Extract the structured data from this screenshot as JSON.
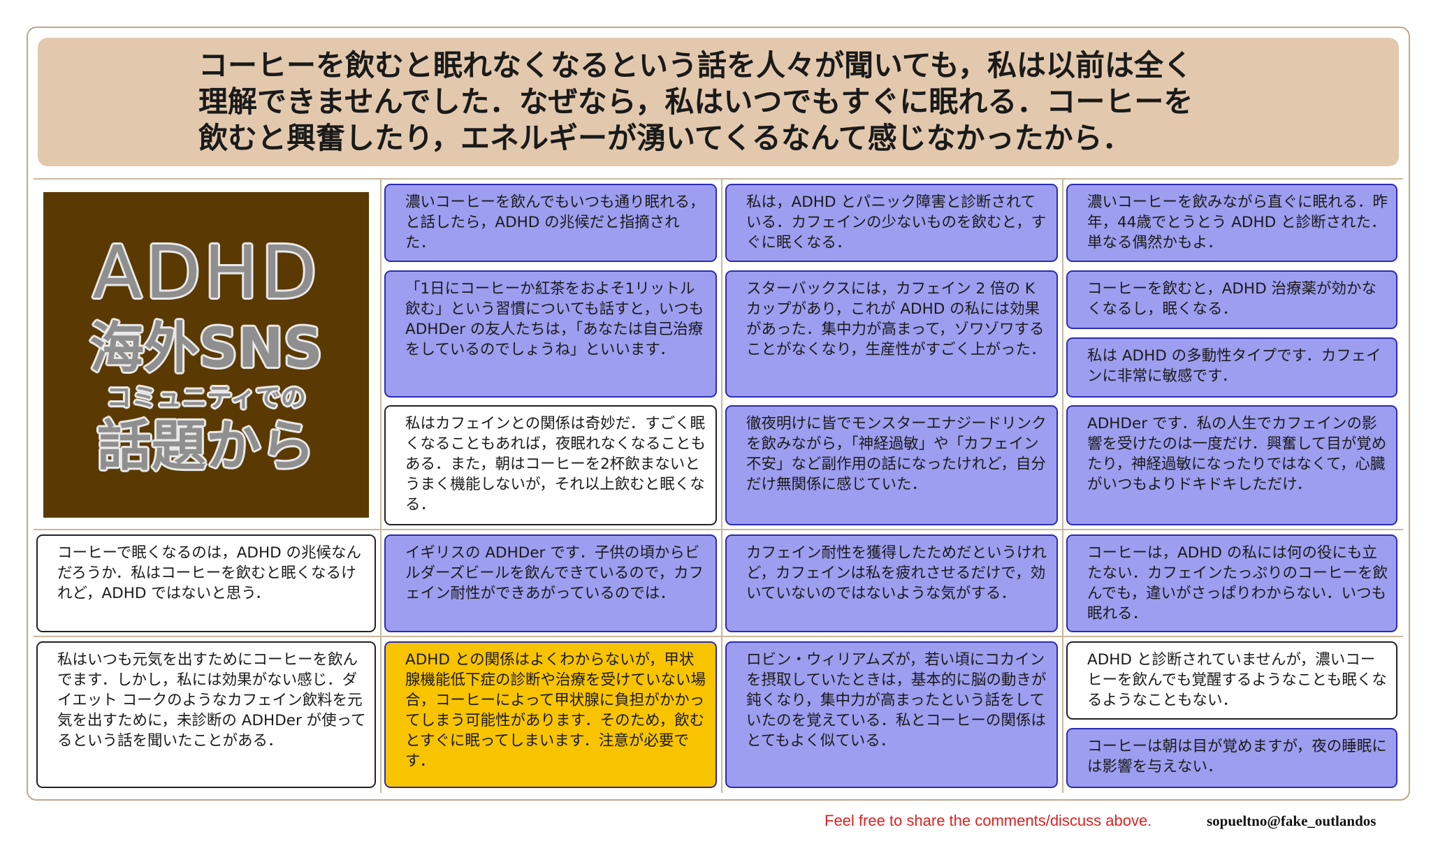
{
  "header": {
    "text": "コーヒーを飲むと眠れなくなるという話を人々が聞いても，私は以前は全く\n理解できませんでした．なぜなら，私はいつでもすぐに眠れる．コーヒーを\n飲むと興奮したり，エネルギーが湧いてくるなんて感じなかったから．"
  },
  "logo": {
    "line1": "ADHD",
    "line2": "海外SNS",
    "line3": "コミュニティでの",
    "line4": "話題から"
  },
  "comments": [
    {
      "id": "c1",
      "style": "purple",
      "text": "濃いコーヒーを飲んでもいつも通り眠れる，と話したら，ADHD の兆候だと指摘された．"
    },
    {
      "id": "c2",
      "style": "purple",
      "text": "私は，ADHD とパニック障害と診断されている．カフェインの少ないものを飲むと，すぐに眠くなる．"
    },
    {
      "id": "c3",
      "style": "purple",
      "text": "濃いコーヒーを飲みながら直ぐに眠れる．昨年，44歳でとうとう ADHD と診断された．単なる偶然かもよ．"
    },
    {
      "id": "c4",
      "style": "purple",
      "text": "「1日にコーヒーか紅茶をおよそ1リットル飲む」という習慣についても話すと，いつも ADHDer の友人たちは，「あなたは自己治療をしているのでしょうね」といいます．"
    },
    {
      "id": "c5",
      "style": "purple",
      "text": "スターバックスには，カフェイン 2 倍の K カップがあり，これが ADHD の私には効果があった．集中力が高まって，ゾワゾワすることがなくなり，生産性がすごく上がった．"
    },
    {
      "id": "c6",
      "style": "purple",
      "text": "コーヒーを飲むと，ADHD 治療薬が効かなくなるし，眠くなる．"
    },
    {
      "id": "c7",
      "style": "purple",
      "text": "私は ADHD の多動性タイプです．カフェインに非常に敏感です．"
    },
    {
      "id": "c8",
      "style": "white",
      "text": "私はカフェインとの関係は奇妙だ．すごく眠くなることもあれば，夜眠れなくなることもある．また，朝はコーヒーを2杯飲まないとうまく機能しないが，それ以上飲むと眠くなる．"
    },
    {
      "id": "c9",
      "style": "purple",
      "text": "徹夜明けに皆でモンスターエナジードリンクを飲みながら，「神経過敏」や「カフェイン不安」など副作用の話になったけれど，自分だけ無関係に感じていた．"
    },
    {
      "id": "c10",
      "style": "purple",
      "text": "ADHDer です．私の人生でカフェインの影響を受けたのは一度だけ．興奮して目が覚めたり，神経過敏になったりではなくて，心臓がいつもよりドキドキしただけ．"
    },
    {
      "id": "c11",
      "style": "white",
      "text": "コーヒーで眠くなるのは，ADHD の兆候なんだろうか．私はコーヒーを飲むと眠くなるけれど，ADHD ではないと思う．"
    },
    {
      "id": "c12",
      "style": "purple",
      "text": "イギリスの ADHDer です．子供の頃からビルダーズビールを飲んできているので，カフェイン耐性ができあがっているのでは．"
    },
    {
      "id": "c13",
      "style": "purple",
      "text": "カフェイン耐性を獲得したためだというけれど，カフェインは私を疲れさせるだけで，効いていないのではないような気がする．"
    },
    {
      "id": "c14",
      "style": "purple",
      "text": "コーヒーは，ADHD の私には何の役にも立たない．カフェインたっぷりのコーヒーを飲んでも，違いがさっぱりわからない．いつも眠れる．"
    },
    {
      "id": "c15",
      "style": "white",
      "text": "私はいつも元気を出すためにコーヒーを飲んでます．しかし，私には効果がない感じ．ダイエット コークのようなカフェイン飲料を元気を出すために，未診断の ADHDer が使ってるという話を聞いたことがある．"
    },
    {
      "id": "c16",
      "style": "yellow",
      "text": "ADHD との関係はよくわからないが，甲状腺機能低下症の診断や治療を受けていない場合，コーヒーによって甲状腺に負担がかかってしまう可能性があります．そのため，飲むとすぐに眠ってしまいます．注意が必要です．"
    },
    {
      "id": "c17",
      "style": "purple",
      "text": "ロビン・ウィリアムズが，若い頃にコカインを摂取していたときは，基本的に脳の動きが鈍くなり，集中力が高まったという話をしていたのを覚えている．私とコーヒーの関係はとてもよく似ている．"
    },
    {
      "id": "c18",
      "style": "white",
      "text": "ADHD と診断されていませんが，濃いコーヒーを飲んでも覚醒するようなことも眠くなるようなこともない．"
    },
    {
      "id": "c19",
      "style": "purple",
      "text": "コーヒーは朝は目が覚めますが，夜の睡眠には影響を与えない．"
    }
  ],
  "footer": {
    "note": "Feel free to share the comments/discuss above.",
    "credit": "sopueltno@fake_outlandos"
  }
}
